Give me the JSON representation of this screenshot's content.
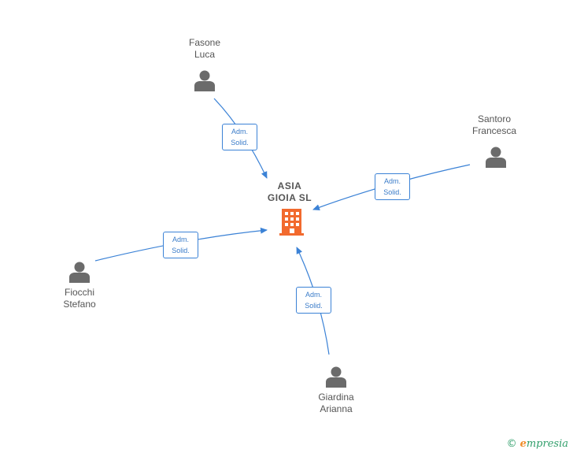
{
  "company": {
    "name_line1": "ASIA",
    "name_line2": "GIOIA  SL",
    "icon": "building-icon",
    "color": "#f26a2e"
  },
  "persons": [
    {
      "id": "fasone",
      "line1": "Fasone",
      "line2": "Luca",
      "icon": "person-icon"
    },
    {
      "id": "santoro",
      "line1": "Santoro",
      "line2": "Francesca",
      "icon": "person-icon"
    },
    {
      "id": "fiocchi",
      "line1": "Fiocchi",
      "line2": "Stefano",
      "icon": "person-icon"
    },
    {
      "id": "giardina",
      "line1": "Giardina",
      "line2": "Arianna",
      "icon": "person-icon"
    }
  ],
  "relations": [
    {
      "from": "fasone",
      "line1": "Adm.",
      "line2": "Solid."
    },
    {
      "from": "santoro",
      "line1": "Adm.",
      "line2": "Solid."
    },
    {
      "from": "fiocchi",
      "line1": "Adm.",
      "line2": "Solid."
    },
    {
      "from": "giardina",
      "line1": "Adm.",
      "line2": "Solid."
    }
  ],
  "colors": {
    "edge": "#3b82d6",
    "person": "#6b6b6b",
    "label": "#555555"
  },
  "footer": {
    "copyright_symbol": "©",
    "brand_initial": "e",
    "brand_rest": "mpresia"
  }
}
